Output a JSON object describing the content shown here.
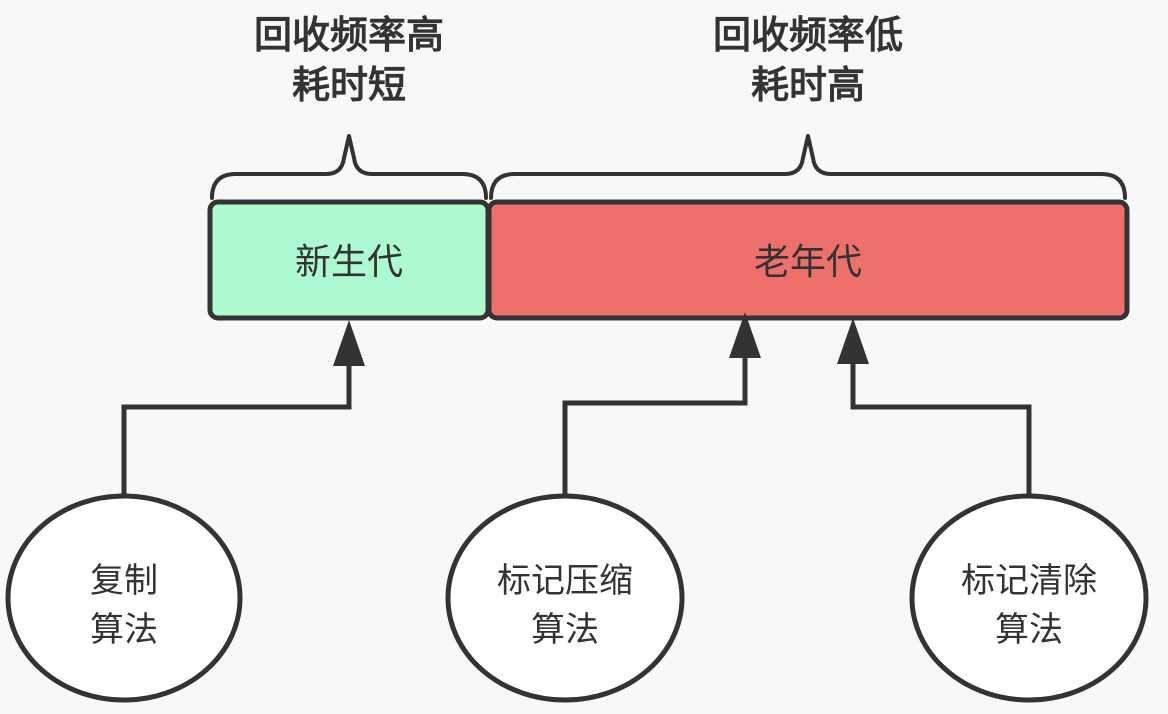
{
  "colors": {
    "background": "#f8f8f8",
    "young_fill": "#adf9d0",
    "old_fill": "#ee706a",
    "stroke": "#333333",
    "node_fill": "#ffffff"
  },
  "regions": {
    "young": {
      "label": "新生代",
      "caption_line1": "回收频率高",
      "caption_line2": "耗时短"
    },
    "old": {
      "label": "老年代",
      "caption_line1": "回收频率低",
      "caption_line2": "耗时高"
    }
  },
  "algorithms": [
    {
      "line1": "复制",
      "line2": "算法",
      "target": "young"
    },
    {
      "line1": "标记压缩",
      "line2": "算法",
      "target": "old"
    },
    {
      "line1": "标记清除",
      "line2": "算法",
      "target": "old"
    }
  ]
}
